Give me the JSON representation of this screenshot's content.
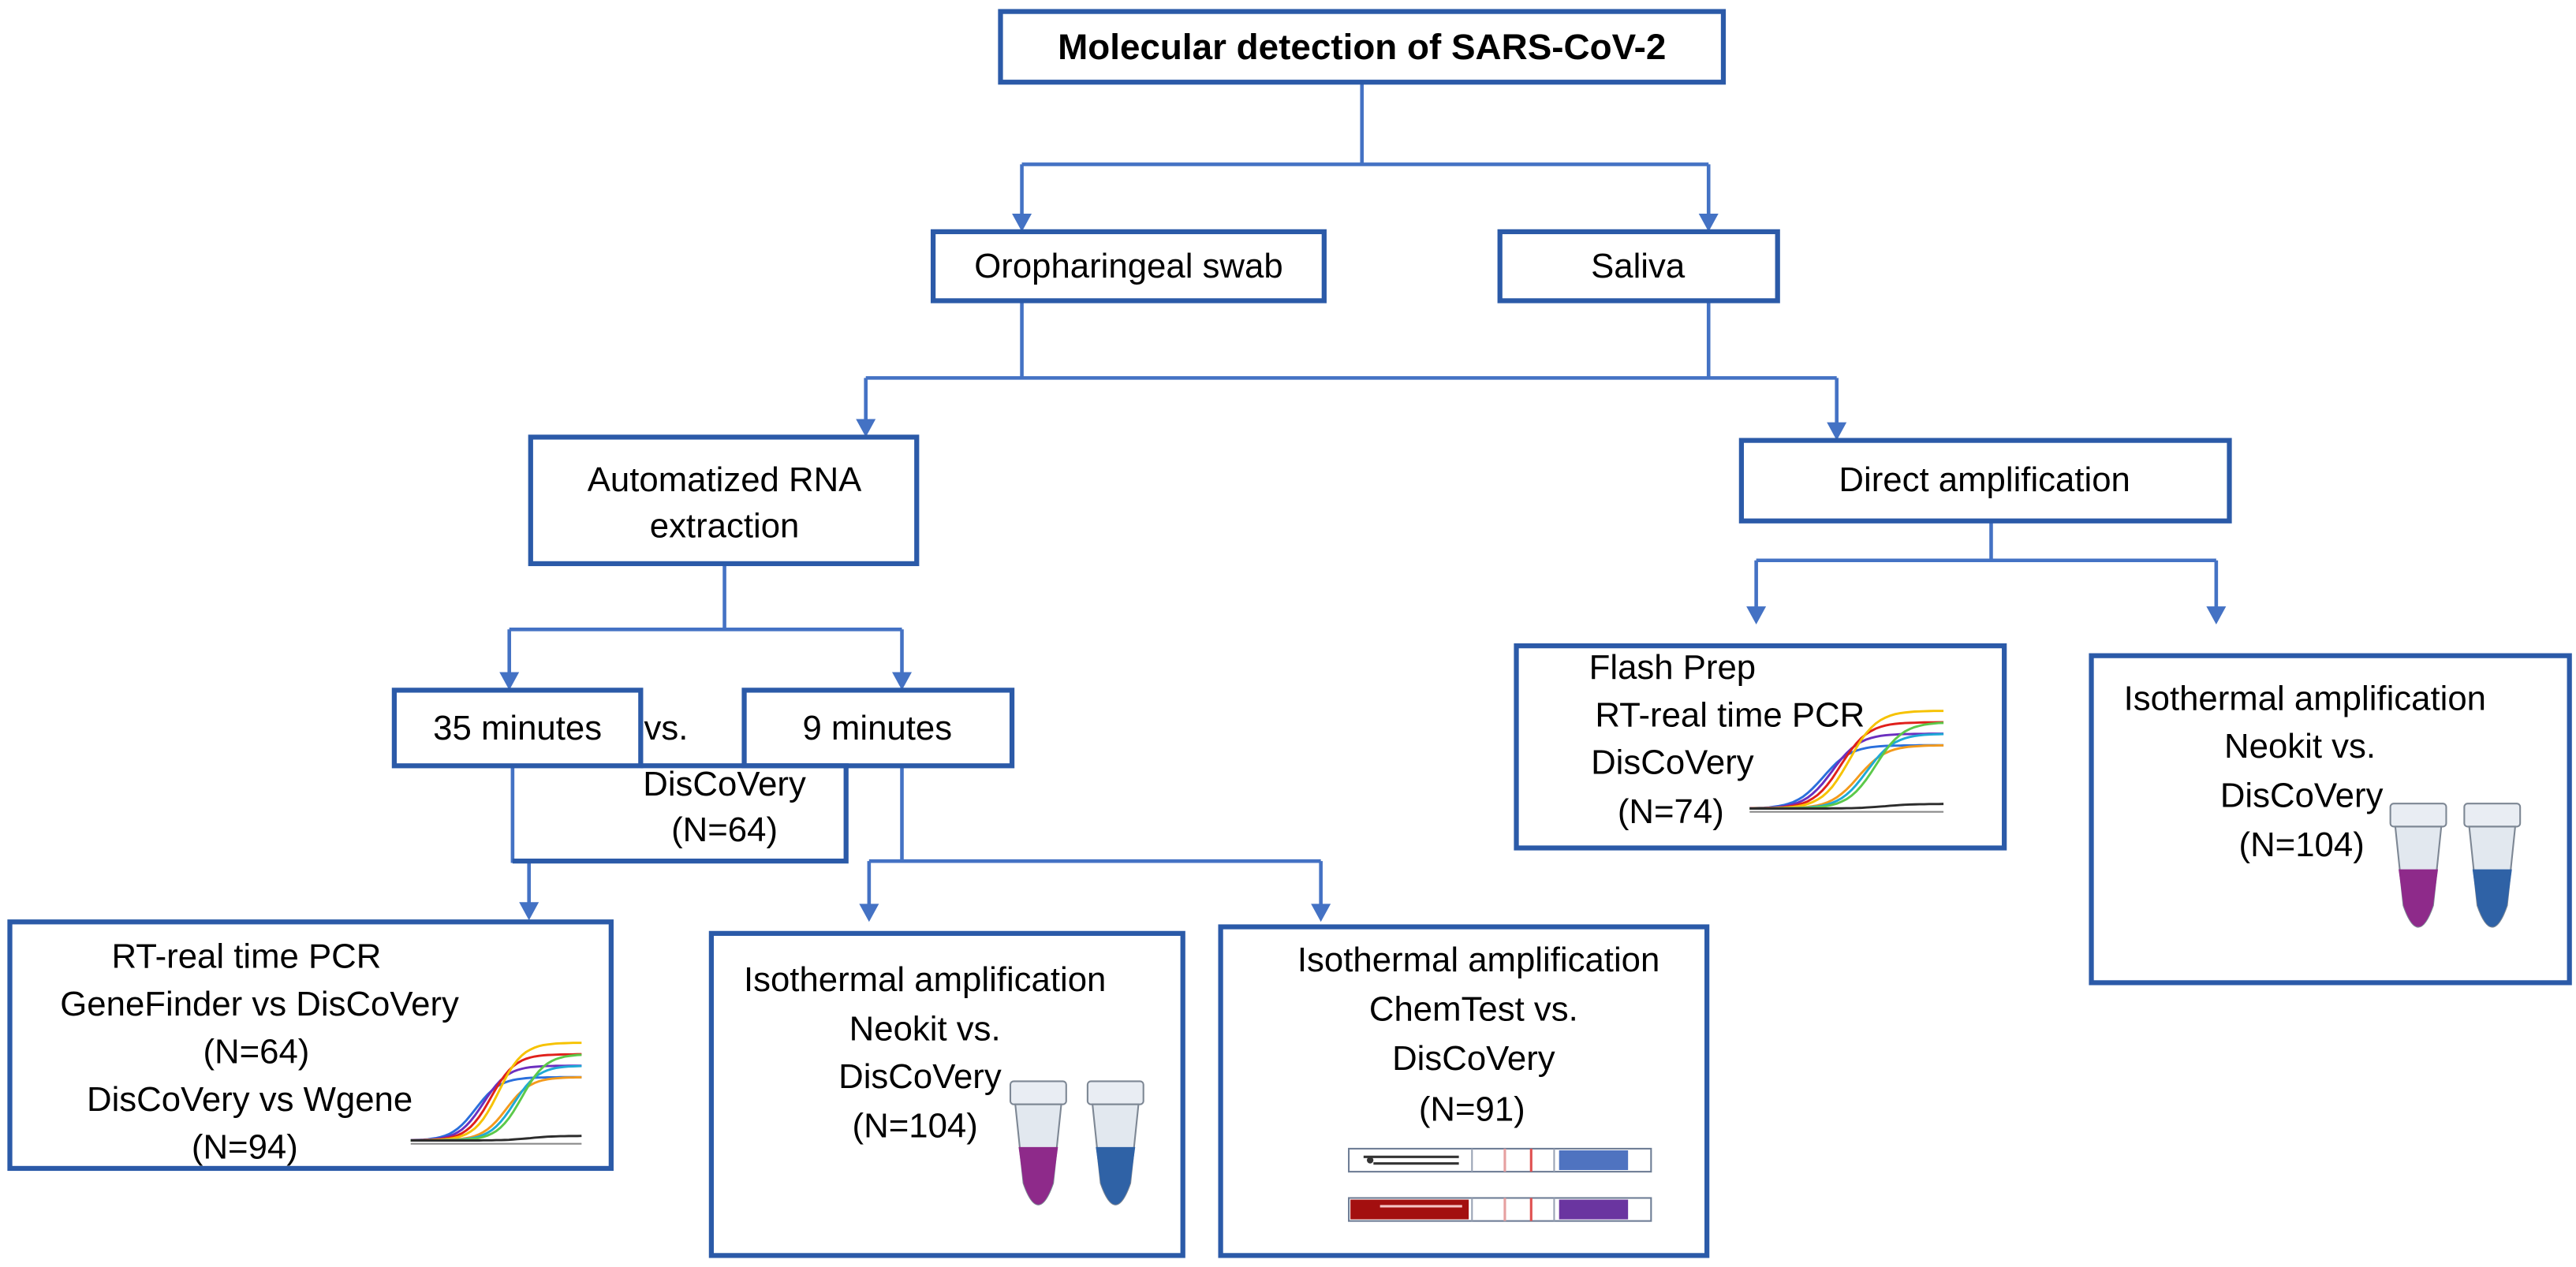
{
  "title": "Molecular detection of SARS-CoV-2",
  "samples": {
    "swab": "Oropharingeal swab",
    "saliva": "Saliva"
  },
  "extraction": {
    "label_lines": [
      "Automatized RNA",
      "extraction"
    ]
  },
  "direct": {
    "label": "Direct amplification"
  },
  "times": {
    "long": "35 minutes",
    "vs": "vs.",
    "short": "9 minutes",
    "comparison_lines": [
      "DisCoVery",
      "(N=64)"
    ]
  },
  "flash_prep": {
    "lines": [
      "Flash Prep",
      "RT-real time PCR",
      "DisCoVery",
      "(N=74)"
    ]
  },
  "iso_direct": {
    "lines": [
      "Isothermal amplification",
      "Neokit vs.",
      "DisCoVery",
      "(N=104)"
    ]
  },
  "rt_pcr": {
    "lines": [
      "RT-real time PCR",
      "GeneFinder vs DisCoVery",
      "(N=64)",
      "DisCoVery vs Wgene",
      "(N=94)"
    ]
  },
  "iso_neokit": {
    "lines": [
      "Isothermal amplification",
      "Neokit vs.",
      "DisCoVery",
      "(N=104)"
    ]
  },
  "iso_chemtest": {
    "lines": [
      "Isothermal amplification",
      "ChemTest vs.",
      "DisCoVery",
      "(N=91)"
    ]
  },
  "colors": {
    "box_border": "#2b5aa8",
    "connector": "#4472c4",
    "tube_purple": "#8e2a8a",
    "tube_blue": "#2f62a6",
    "strip_blue": "#4f73c0",
    "strip_red": "#a30f0f",
    "strip_purple": "#6a35a0"
  },
  "curve_colors": [
    "#2a6fdc",
    "#6b2fbf",
    "#e0201b",
    "#f6c200",
    "#f39a1c",
    "#1fa9d6",
    "#5cc94a",
    "#2c2c2c"
  ],
  "icons": [
    "amplification-curve-icon",
    "reaction-tube-icon",
    "lateral-flow-strip-icon"
  ]
}
